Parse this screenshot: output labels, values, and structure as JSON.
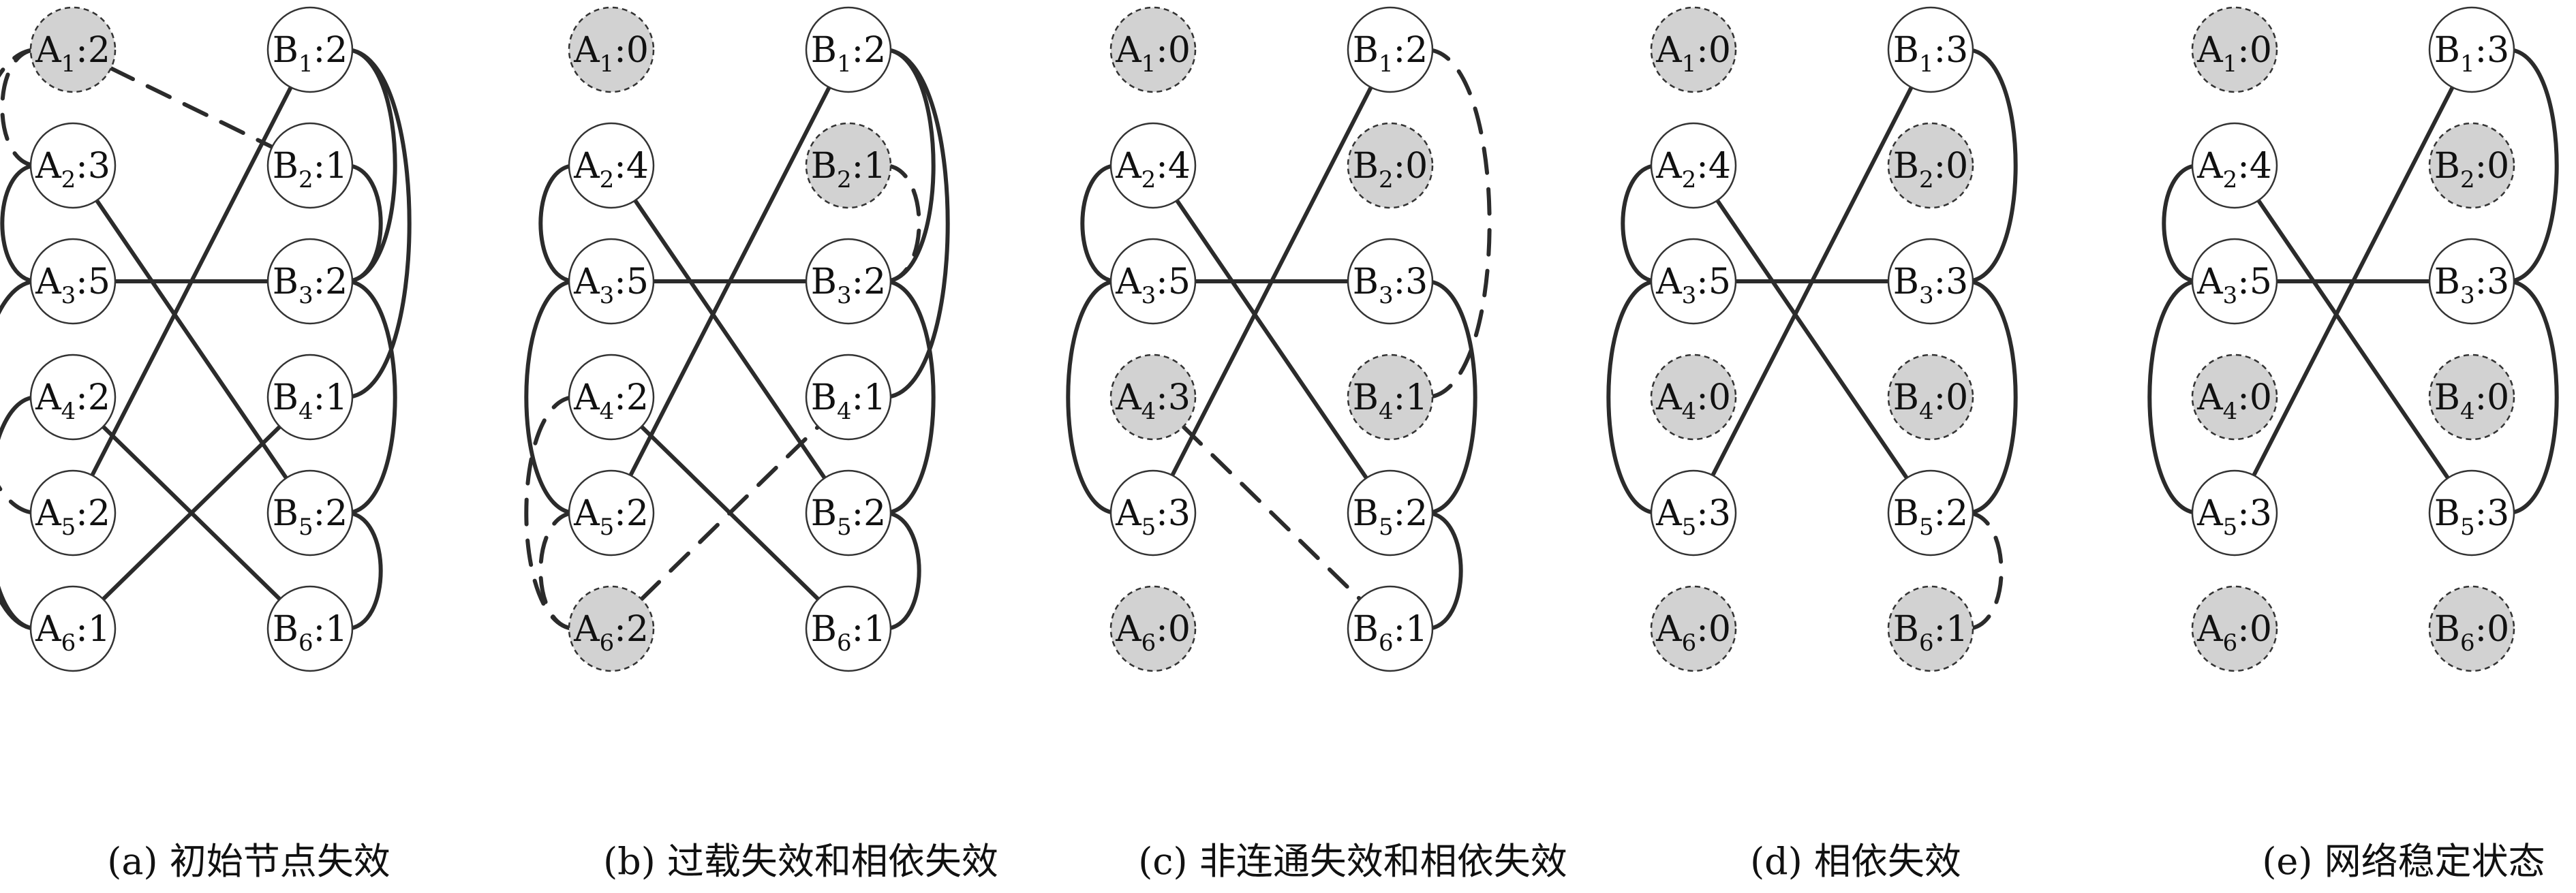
{
  "colors": {
    "edge": "#2b2b2b",
    "failed_node_fill": "#d2d2d2",
    "healthy_node_fill": "#ffffff"
  },
  "panels": [
    {
      "caption": "(a) 初始节点失效",
      "nodes": [
        {
          "id": "A1",
          "letter": "A",
          "sub": "1",
          "value": "2",
          "failed": true
        },
        {
          "id": "A2",
          "letter": "A",
          "sub": "2",
          "value": "3",
          "failed": false
        },
        {
          "id": "A3",
          "letter": "A",
          "sub": "3",
          "value": "5",
          "failed": false
        },
        {
          "id": "A4",
          "letter": "A",
          "sub": "4",
          "value": "2",
          "failed": false
        },
        {
          "id": "A5",
          "letter": "A",
          "sub": "5",
          "value": "2",
          "failed": false
        },
        {
          "id": "A6",
          "letter": "A",
          "sub": "6",
          "value": "1",
          "failed": false
        },
        {
          "id": "B1",
          "letter": "B",
          "sub": "1",
          "value": "2",
          "failed": false
        },
        {
          "id": "B2",
          "letter": "B",
          "sub": "2",
          "value": "1",
          "failed": false
        },
        {
          "id": "B3",
          "letter": "B",
          "sub": "3",
          "value": "2",
          "failed": false
        },
        {
          "id": "B4",
          "letter": "B",
          "sub": "4",
          "value": "1",
          "failed": false
        },
        {
          "id": "B5",
          "letter": "B",
          "sub": "5",
          "value": "2",
          "failed": false
        },
        {
          "id": "B6",
          "letter": "B",
          "sub": "6",
          "value": "1",
          "failed": false
        }
      ],
      "edges": [
        {
          "from": "A1",
          "to": "B2",
          "dashed": true
        },
        {
          "from": "A1",
          "to": "A2",
          "dashed": true
        },
        {
          "from": "A1",
          "to": "A5",
          "dashed": true
        },
        {
          "from": "A2",
          "to": "A3",
          "dashed": false
        },
        {
          "from": "A3",
          "to": "A6",
          "dashed": false
        },
        {
          "from": "A4",
          "to": "A6",
          "dashed": false
        },
        {
          "from": "A2",
          "to": "B5",
          "dashed": false
        },
        {
          "from": "A3",
          "to": "B3",
          "dashed": false
        },
        {
          "from": "A4",
          "to": "B6",
          "dashed": false
        },
        {
          "from": "A5",
          "to": "B1",
          "dashed": false
        },
        {
          "from": "A6",
          "to": "B4",
          "dashed": false
        },
        {
          "from": "B1",
          "to": "B3",
          "dashed": false
        },
        {
          "from": "B1",
          "to": "B4",
          "dashed": false
        },
        {
          "from": "B2",
          "to": "B3",
          "dashed": false
        },
        {
          "from": "B3",
          "to": "B5",
          "dashed": false
        },
        {
          "from": "B5",
          "to": "B6",
          "dashed": false
        }
      ]
    },
    {
      "caption": "(b) 过载失效和相依失效",
      "nodes": [
        {
          "id": "A1",
          "letter": "A",
          "sub": "1",
          "value": "0",
          "failed": true
        },
        {
          "id": "A2",
          "letter": "A",
          "sub": "2",
          "value": "4",
          "failed": false
        },
        {
          "id": "A3",
          "letter": "A",
          "sub": "3",
          "value": "5",
          "failed": false
        },
        {
          "id": "A4",
          "letter": "A",
          "sub": "4",
          "value": "2",
          "failed": false
        },
        {
          "id": "A5",
          "letter": "A",
          "sub": "5",
          "value": "2",
          "failed": false
        },
        {
          "id": "A6",
          "letter": "A",
          "sub": "6",
          "value": "2",
          "failed": true
        },
        {
          "id": "B1",
          "letter": "B",
          "sub": "1",
          "value": "2",
          "failed": false
        },
        {
          "id": "B2",
          "letter": "B",
          "sub": "2",
          "value": "1",
          "failed": true
        },
        {
          "id": "B3",
          "letter": "B",
          "sub": "3",
          "value": "2",
          "failed": false
        },
        {
          "id": "B4",
          "letter": "B",
          "sub": "4",
          "value": "1",
          "failed": false
        },
        {
          "id": "B5",
          "letter": "B",
          "sub": "5",
          "value": "2",
          "failed": false
        },
        {
          "id": "B6",
          "letter": "B",
          "sub": "6",
          "value": "1",
          "failed": false
        }
      ],
      "edges": [
        {
          "from": "A4",
          "to": "A6",
          "dashed": true
        },
        {
          "from": "A5",
          "to": "A6",
          "dashed": true
        },
        {
          "from": "A6",
          "to": "B4",
          "dashed": true
        },
        {
          "from": "B2",
          "to": "B3",
          "dashed": true
        },
        {
          "from": "A2",
          "to": "A3",
          "dashed": false
        },
        {
          "from": "A3",
          "to": "A5",
          "dashed": false
        },
        {
          "from": "A2",
          "to": "B5",
          "dashed": false
        },
        {
          "from": "A3",
          "to": "B3",
          "dashed": false
        },
        {
          "from": "A4",
          "to": "B6",
          "dashed": false
        },
        {
          "from": "A5",
          "to": "B1",
          "dashed": false
        },
        {
          "from": "B1",
          "to": "B3",
          "dashed": false
        },
        {
          "from": "B1",
          "to": "B4",
          "dashed": false
        },
        {
          "from": "B3",
          "to": "B5",
          "dashed": false
        },
        {
          "from": "B5",
          "to": "B6",
          "dashed": false
        }
      ]
    },
    {
      "caption": "(c) 非连通失效和相依失效",
      "nodes": [
        {
          "id": "A1",
          "letter": "A",
          "sub": "1",
          "value": "0",
          "failed": true
        },
        {
          "id": "A2",
          "letter": "A",
          "sub": "2",
          "value": "4",
          "failed": false
        },
        {
          "id": "A3",
          "letter": "A",
          "sub": "3",
          "value": "5",
          "failed": false
        },
        {
          "id": "A4",
          "letter": "A",
          "sub": "4",
          "value": "3",
          "failed": true
        },
        {
          "id": "A5",
          "letter": "A",
          "sub": "5",
          "value": "3",
          "failed": false
        },
        {
          "id": "A6",
          "letter": "A",
          "sub": "6",
          "value": "0",
          "failed": true
        },
        {
          "id": "B1",
          "letter": "B",
          "sub": "1",
          "value": "2",
          "failed": false
        },
        {
          "id": "B2",
          "letter": "B",
          "sub": "2",
          "value": "0",
          "failed": true
        },
        {
          "id": "B3",
          "letter": "B",
          "sub": "3",
          "value": "3",
          "failed": false
        },
        {
          "id": "B4",
          "letter": "B",
          "sub": "4",
          "value": "1",
          "failed": true
        },
        {
          "id": "B5",
          "letter": "B",
          "sub": "5",
          "value": "2",
          "failed": false
        },
        {
          "id": "B6",
          "letter": "B",
          "sub": "6",
          "value": "1",
          "failed": false
        }
      ],
      "edges": [
        {
          "from": "A4",
          "to": "B6",
          "dashed": true
        },
        {
          "from": "B1",
          "to": "B4",
          "dashed": true
        },
        {
          "from": "A2",
          "to": "A3",
          "dashed": false
        },
        {
          "from": "A3",
          "to": "A5",
          "dashed": false
        },
        {
          "from": "A2",
          "to": "B5",
          "dashed": false
        },
        {
          "from": "A3",
          "to": "B3",
          "dashed": false
        },
        {
          "from": "A5",
          "to": "B1",
          "dashed": false
        },
        {
          "from": "B3",
          "to": "B5",
          "dashed": false
        },
        {
          "from": "B5",
          "to": "B6",
          "dashed": false
        }
      ]
    },
    {
      "caption": "(d) 相依失效",
      "nodes": [
        {
          "id": "A1",
          "letter": "A",
          "sub": "1",
          "value": "0",
          "failed": true
        },
        {
          "id": "A2",
          "letter": "A",
          "sub": "2",
          "value": "4",
          "failed": false
        },
        {
          "id": "A3",
          "letter": "A",
          "sub": "3",
          "value": "5",
          "failed": false
        },
        {
          "id": "A4",
          "letter": "A",
          "sub": "4",
          "value": "0",
          "failed": true
        },
        {
          "id": "A5",
          "letter": "A",
          "sub": "5",
          "value": "3",
          "failed": false
        },
        {
          "id": "A6",
          "letter": "A",
          "sub": "6",
          "value": "0",
          "failed": true
        },
        {
          "id": "B1",
          "letter": "B",
          "sub": "1",
          "value": "3",
          "failed": false
        },
        {
          "id": "B2",
          "letter": "B",
          "sub": "2",
          "value": "0",
          "failed": true
        },
        {
          "id": "B3",
          "letter": "B",
          "sub": "3",
          "value": "3",
          "failed": false
        },
        {
          "id": "B4",
          "letter": "B",
          "sub": "4",
          "value": "0",
          "failed": true
        },
        {
          "id": "B5",
          "letter": "B",
          "sub": "5",
          "value": "2",
          "failed": false
        },
        {
          "id": "B6",
          "letter": "B",
          "sub": "6",
          "value": "1",
          "failed": true
        }
      ],
      "edges": [
        {
          "from": "B5",
          "to": "B6",
          "dashed": true
        },
        {
          "from": "A2",
          "to": "A3",
          "dashed": false
        },
        {
          "from": "A3",
          "to": "A5",
          "dashed": false
        },
        {
          "from": "A2",
          "to": "B5",
          "dashed": false
        },
        {
          "from": "A3",
          "to": "B3",
          "dashed": false
        },
        {
          "from": "A5",
          "to": "B1",
          "dashed": false
        },
        {
          "from": "B1",
          "to": "B3",
          "dashed": false
        },
        {
          "from": "B3",
          "to": "B5",
          "dashed": false
        }
      ]
    },
    {
      "caption": "(e) 网络稳定状态",
      "nodes": [
        {
          "id": "A1",
          "letter": "A",
          "sub": "1",
          "value": "0",
          "failed": true
        },
        {
          "id": "A2",
          "letter": "A",
          "sub": "2",
          "value": "4",
          "failed": false
        },
        {
          "id": "A3",
          "letter": "A",
          "sub": "3",
          "value": "5",
          "failed": false
        },
        {
          "id": "A4",
          "letter": "A",
          "sub": "4",
          "value": "0",
          "failed": true
        },
        {
          "id": "A5",
          "letter": "A",
          "sub": "5",
          "value": "3",
          "failed": false
        },
        {
          "id": "A6",
          "letter": "A",
          "sub": "6",
          "value": "0",
          "failed": true
        },
        {
          "id": "B1",
          "letter": "B",
          "sub": "1",
          "value": "3",
          "failed": false
        },
        {
          "id": "B2",
          "letter": "B",
          "sub": "2",
          "value": "0",
          "failed": true
        },
        {
          "id": "B3",
          "letter": "B",
          "sub": "3",
          "value": "3",
          "failed": false
        },
        {
          "id": "B4",
          "letter": "B",
          "sub": "4",
          "value": "0",
          "failed": true
        },
        {
          "id": "B5",
          "letter": "B",
          "sub": "5",
          "value": "3",
          "failed": false
        },
        {
          "id": "B6",
          "letter": "B",
          "sub": "6",
          "value": "0",
          "failed": true
        }
      ],
      "edges": [
        {
          "from": "A2",
          "to": "A3",
          "dashed": false
        },
        {
          "from": "A3",
          "to": "A5",
          "dashed": false
        },
        {
          "from": "A2",
          "to": "B5",
          "dashed": false
        },
        {
          "from": "A3",
          "to": "B3",
          "dashed": false
        },
        {
          "from": "A5",
          "to": "B1",
          "dashed": false
        },
        {
          "from": "B1",
          "to": "B3",
          "dashed": false
        },
        {
          "from": "B3",
          "to": "B5",
          "dashed": false
        }
      ]
    }
  ]
}
